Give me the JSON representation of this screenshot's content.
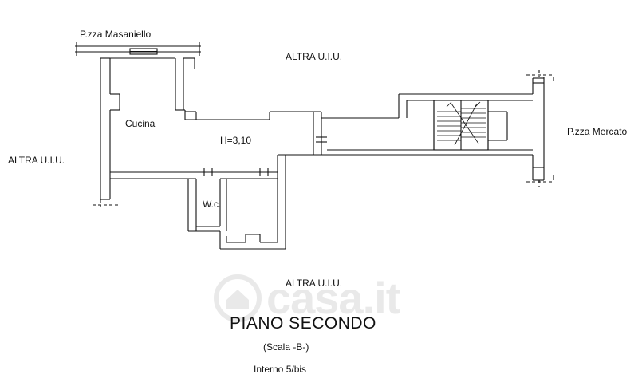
{
  "plan": {
    "labels": {
      "piazza_masaniello": "P.zza Masaniello",
      "altra_uiu_top": "ALTRA U.I.U.",
      "altra_uiu_left": "ALTRA U.I.U.",
      "altra_uiu_bottom": "ALTRA U.I.U.",
      "piazza_mercato": "P.zza Mercato",
      "cucina": "Cucina",
      "height": "H=3,10",
      "wc": "W.c."
    },
    "title": "PIANO SECONDO",
    "staircase": "(Scala -B-)",
    "unit": "Interno 5/bis"
  },
  "watermark": {
    "text": "casa.it",
    "icon": "casa-house-icon"
  },
  "colors": {
    "line": "#111111",
    "background": "#ffffff",
    "watermark": "#7a7a7a"
  }
}
